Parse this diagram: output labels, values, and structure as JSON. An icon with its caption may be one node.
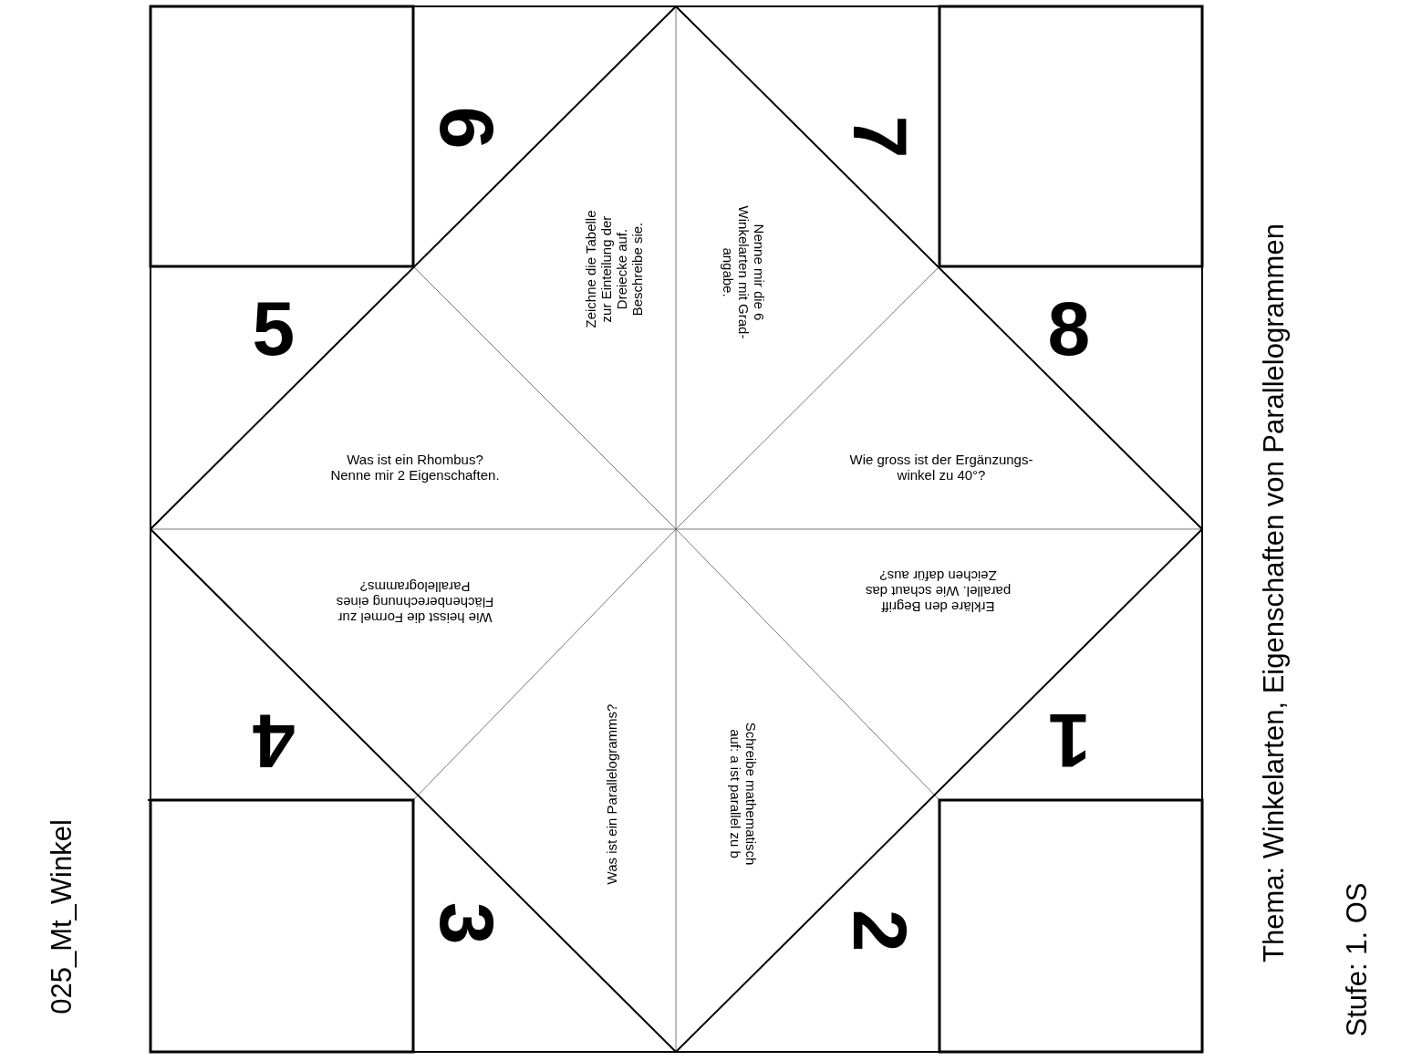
{
  "diagram": {
    "nodes": [
      {
        "text": [],
        "shape": "box"
      },
      {
        "text": [
          "6"
        ]
      },
      {
        "text": [
          "Zeichne die Tabelle zur Einteilung der Dreiecke auf. Beschreibe sie."
        ]
      },
      {
        "text": [
          "Nenne mir die 6 Winkelarten mit Grad- angabe."
        ]
      },
      {
        "text": [
          "7"
        ]
      },
      {
        "text": [],
        "shape": "box"
      },
      {
        "text": [
          "5"
        ]
      },
      {
        "text": [
          "Was ist ein Rhombus? Nenne mir 2 Eigenschaften."
        ]
      },
      {
        "text": [
          "Wie gross ist der Ergänzungs- winkel zu 40°?"
        ]
      },
      {
        "text": [
          "8"
        ]
      },
      {
        "text": [
          "Wie heisst die Formel zur Flächenberechnung eines Parallelogramms?"
        ]
      },
      {
        "text": [
          "Erkläre den Begriff parallel. Wie schaut das Zeichen dafür aus?"
        ]
      },
      {
        "text": [
          "4"
        ]
      },
      {
        "text": [
          "1"
        ]
      },
      {
        "text": [],
        "shape": "box"
      },
      {
        "text": [
          "3"
        ]
      },
      {
        "text": [
          "Was ist ein Parallelogramms?"
        ]
      },
      {
        "text": [
          "Schreibe mathematisch auf: a ist parallel zu b"
        ]
      },
      {
        "text": [
          "2"
        ]
      },
      {
        "text": [],
        "shape": "box"
      }
    ],
    "labels": [
      "Thema: Winkelarten, Eigenschaften von Parallelogrammen",
      "Stufe: 1. OS",
      "025_Mt_Winkel"
    ]
  }
}
